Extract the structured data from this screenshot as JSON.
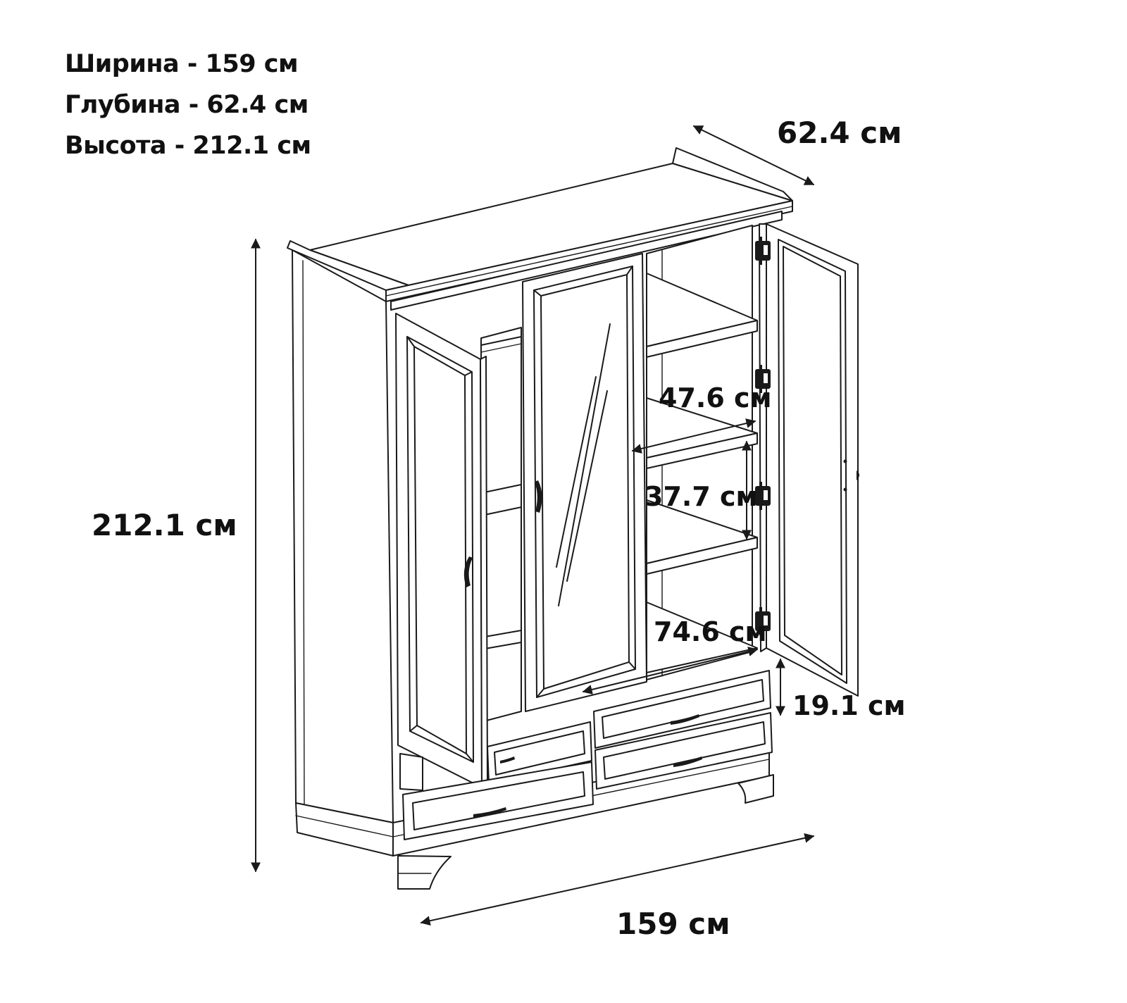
{
  "specs": {
    "width_line": "Ширина - 159 см",
    "depth_line": "Глубина - 62.4 см",
    "height_line": "Высота - 212.1 см"
  },
  "dimensions": {
    "depth": "62.4 см",
    "height": "212.1 см",
    "width": "159 см",
    "shelf_depth": "47.6 см",
    "shelf_spacing": "37.7 см",
    "section_width": "74.6 см",
    "drawer_height": "19.1 см"
  },
  "colors": {
    "line": "#1a1a1a",
    "background": "#ffffff"
  }
}
